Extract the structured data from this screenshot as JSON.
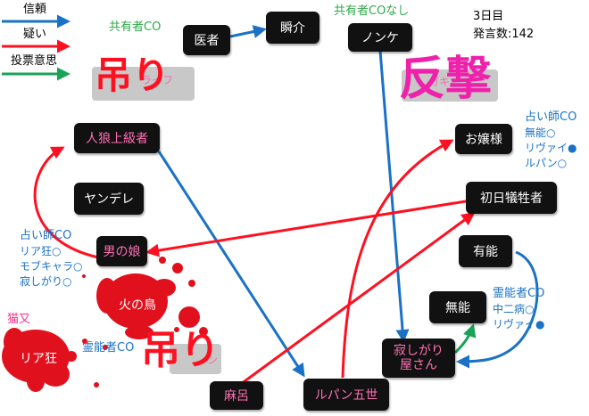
{
  "legend": {
    "trust": "信頼",
    "suspicion": "疑い",
    "vote_intent": "投票意思",
    "colors": {
      "trust": "#1a72c6",
      "suspicion": "#ff1020",
      "vote": "#1aa356"
    }
  },
  "status": {
    "day": "3日目",
    "posts": "発言数:142"
  },
  "banners": {
    "hang_top": "吊り",
    "hang_top_under": "ライフ",
    "counter": "反撃",
    "counter_under": "ガキ",
    "hang_bottom": "吊り",
    "hang_bottom_under": "ン"
  },
  "notes": {
    "sharer_co": "共有者CO",
    "sharer_co_none": "共有者COなし",
    "seer_co_left": "占い師CO",
    "seer_list_left": [
      "リア狂○",
      "モブキャラ○",
      "寂しがり○"
    ],
    "seer_co_right": "占い師CO",
    "seer_list_right": [
      "無能○",
      "リヴァイ●",
      "ルパン○"
    ],
    "medium_co_right": "霊能者CO",
    "medium_list_right": [
      "中二病○",
      "リヴァイ●"
    ],
    "medium_co_left": "霊能者CO",
    "cat": "猫又"
  },
  "nodes": {
    "doctor": "医者",
    "shunsuke": "瞬介",
    "nonke": "ノンケ",
    "werewolf_senior": "人狼上級者",
    "yandere": "ヤンデレ",
    "otokonoko": "男の娘",
    "ojousama": "お嬢様",
    "first_victim": "初日犠牲者",
    "capable": "有能",
    "incapable": "無能",
    "lonely_1": "寂しがり",
    "lonely_2": "屋さん",
    "asaro": "麻呂",
    "lupin": "ルパン五世",
    "phoenix": "火の鳥",
    "ria": "リア狂"
  }
}
